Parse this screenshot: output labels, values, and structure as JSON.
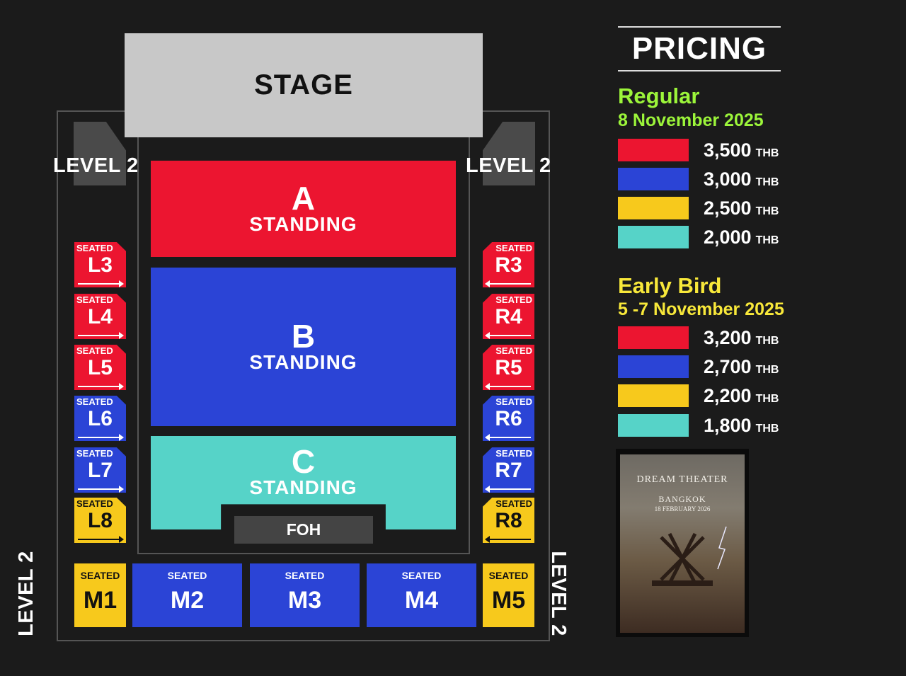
{
  "venue": {
    "stage": "STAGE",
    "level2": "LEVEL 2",
    "foh": "FOH",
    "zones": {
      "a": {
        "letter": "A",
        "label": "STANDING",
        "color": "#ec1530"
      },
      "b": {
        "letter": "B",
        "label": "STANDING",
        "color": "#2b44d6"
      },
      "c": {
        "letter": "C",
        "label": "STANDING",
        "color": "#56d3c8"
      }
    },
    "seated_label": "SEATED",
    "left_blocks": [
      "L3",
      "L4",
      "L5",
      "L6",
      "L7",
      "L8"
    ],
    "right_blocks": [
      "R3",
      "R4",
      "R5",
      "R6",
      "R7",
      "R8"
    ],
    "bottom_blocks": [
      "M1",
      "M2",
      "M3",
      "M4",
      "M5"
    ]
  },
  "pricing": {
    "title": "PRICING",
    "currency": "THB",
    "regular": {
      "label": "Regular",
      "date": "8 November 2025",
      "prices": [
        "3,500",
        "3,000",
        "2,500",
        "2,000"
      ]
    },
    "early_bird": {
      "label": "Early Bird",
      "date": "5 -7 November 2025",
      "prices": [
        "3,200",
        "2,700",
        "2,200",
        "1,800"
      ]
    },
    "tier_colors": [
      "#ec1530",
      "#2b44d6",
      "#f7c91c",
      "#56d3c8"
    ]
  },
  "poster": {
    "band": "DREAM THEATER",
    "city": "BANGKOK",
    "date": "18 FEBRUARY 2026"
  }
}
